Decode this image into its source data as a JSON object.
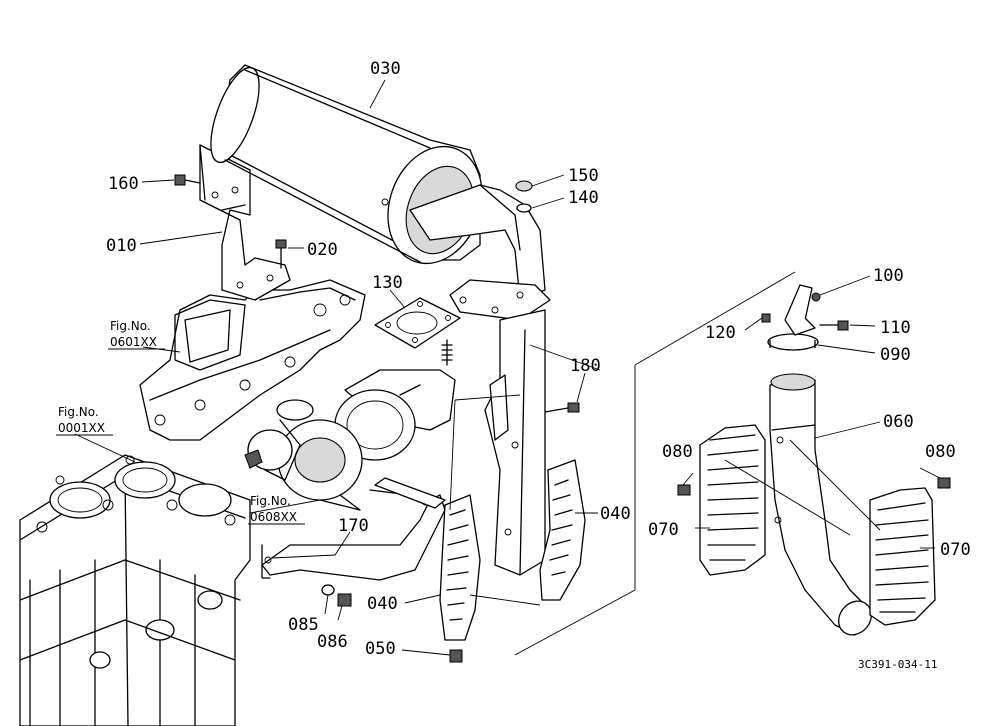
{
  "callouts": {
    "c030": "030",
    "c160": "160",
    "c010": "010",
    "c020": "020",
    "c150": "150",
    "c140": "140",
    "c130": "130",
    "c100": "100",
    "c120": "120",
    "c110": "110",
    "c090": "090",
    "c180": "180",
    "c060": "060",
    "c080a": "080",
    "c080b": "080",
    "c070a": "070",
    "c070b": "070",
    "c040a": "040",
    "c040b": "040",
    "c170": "170",
    "c085": "085",
    "c086": "086",
    "c050": "050"
  },
  "figure_refs": {
    "manifold": {
      "label": "Fig.No.",
      "code": "0601XX"
    },
    "engine": {
      "label": "Fig.No.",
      "code": "0001XX"
    },
    "turbo": {
      "label": "Fig.No.",
      "code": "0608XX"
    }
  },
  "drawing_code": "3C391-034-11"
}
